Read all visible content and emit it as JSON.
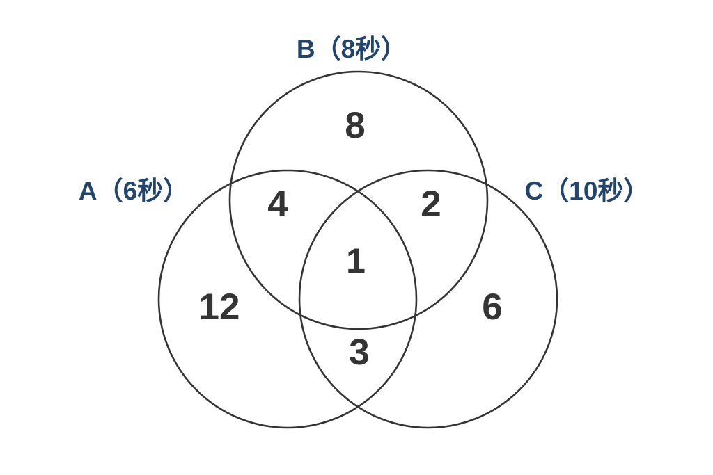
{
  "diagram": {
    "type": "venn",
    "sets": [
      {
        "id": "A",
        "label": "A（6秒）",
        "name": "A",
        "note": "6秒"
      },
      {
        "id": "B",
        "label": "B（8秒）",
        "name": "B",
        "note": "8秒"
      },
      {
        "id": "C",
        "label": "C（10秒）",
        "name": "C",
        "note": "10秒"
      }
    ],
    "regions": [
      {
        "id": "A_only",
        "label": "12",
        "value": 12
      },
      {
        "id": "B_only",
        "label": "8",
        "value": 8
      },
      {
        "id": "C_only",
        "label": "6",
        "value": 6
      },
      {
        "id": "A_and_B",
        "label": "4",
        "value": 4
      },
      {
        "id": "B_and_C",
        "label": "2",
        "value": 2
      },
      {
        "id": "A_and_C",
        "label": "3",
        "value": 3
      },
      {
        "id": "A_B_C",
        "label": "1",
        "value": 1
      }
    ],
    "colors": {
      "background": "#ffffff",
      "stroke": "#343434",
      "label": "#22456e",
      "value": "#343434"
    }
  },
  "chart_data": {
    "type": "venn",
    "title": "",
    "xlabel": "",
    "ylabel": "",
    "grid": false,
    "legend": "none",
    "set_labels": [
      "A（6秒）",
      "B（8秒）",
      "C（10秒）"
    ],
    "categories": [
      "A only",
      "B only",
      "C only",
      "A∩B",
      "B∩C",
      "A∩C",
      "A∩B∩C"
    ],
    "values": [
      12,
      8,
      6,
      4,
      2,
      3,
      1
    ],
    "annotations": [
      {
        "text": "A（6秒）",
        "region": "set-A-label"
      },
      {
        "text": "B（8秒）",
        "region": "set-B-label"
      },
      {
        "text": "C（10秒）",
        "region": "set-C-label"
      },
      {
        "text": "12",
        "region": "A only"
      },
      {
        "text": "8",
        "region": "B only"
      },
      {
        "text": "6",
        "region": "C only"
      },
      {
        "text": "4",
        "region": "A∩B"
      },
      {
        "text": "2",
        "region": "B∩C"
      },
      {
        "text": "3",
        "region": "A∩C"
      },
      {
        "text": "1",
        "region": "A∩B∩C"
      }
    ]
  }
}
